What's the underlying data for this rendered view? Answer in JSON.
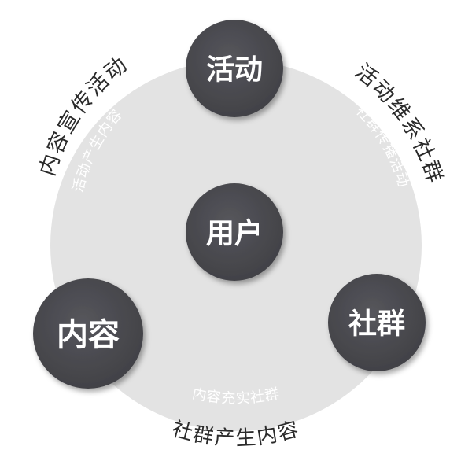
{
  "nodes": {
    "top": "活动",
    "center": "用户",
    "left": "内容",
    "right": "社群"
  },
  "outer_labels": {
    "upper_left": "内容宣传活动",
    "upper_right": "活动维系社群",
    "bottom": "社群产生内容"
  },
  "inner_labels": {
    "upper_left": "活动产生内容",
    "upper_right": "社群传播活动",
    "bottom": "内容充实社群"
  },
  "colors": {
    "node_fill": "#4a4a4f",
    "ring_fill": "#e3e3e3",
    "outer_text": "#2b2b2b",
    "inner_text": "#ffffff"
  }
}
